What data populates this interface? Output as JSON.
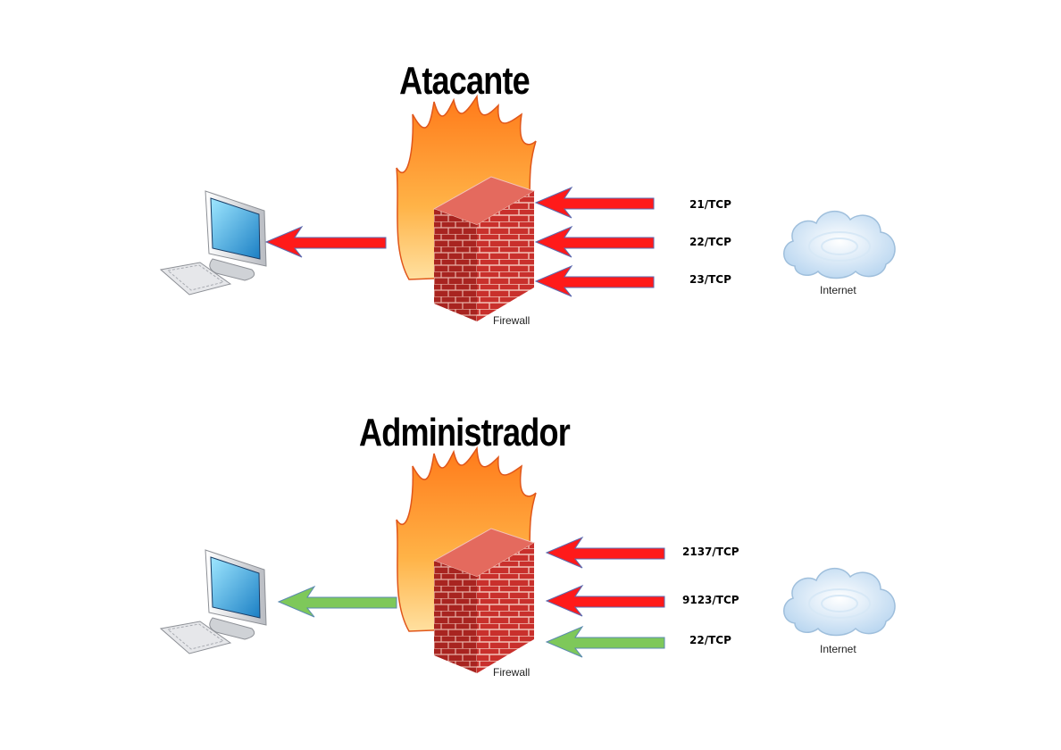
{
  "scenarios": [
    {
      "title": "Atacante",
      "firewall_label": "Firewall",
      "internet_label": "Internet",
      "outbound_arrow_color": "#ff1a1a",
      "ports": [
        {
          "label": "21/TCP",
          "color": "#ff1a1a"
        },
        {
          "label": "22/TCP",
          "color": "#ff1a1a"
        },
        {
          "label": "23/TCP",
          "color": "#ff1a1a"
        }
      ]
    },
    {
      "title": "Administrador",
      "firewall_label": "Firewall",
      "internet_label": "Internet",
      "outbound_arrow_color": "#7ec85a",
      "ports": [
        {
          "label": "2137/TCP",
          "color": "#ff1a1a"
        },
        {
          "label": "9123/TCP",
          "color": "#ff1a1a"
        },
        {
          "label": "22/TCP",
          "color": "#7ec85a"
        }
      ]
    }
  ]
}
